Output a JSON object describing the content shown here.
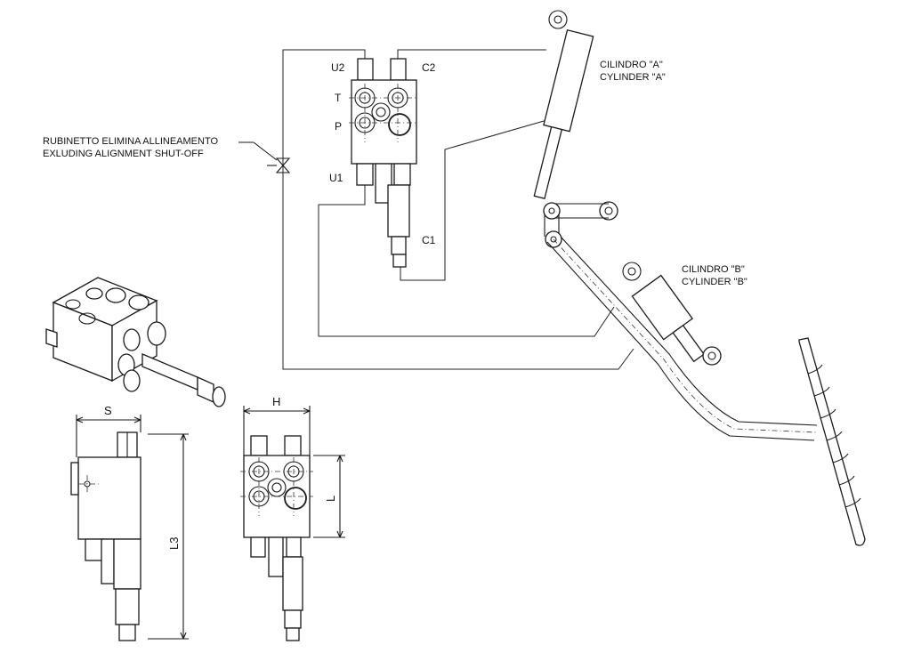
{
  "labels": {
    "tap_it": "RUBINETTO ELIMINA ALLINEAMENTO",
    "tap_en": "EXLUDING ALIGNMENT SHUT-OFF",
    "cyl_a_it": "CILINDRO \"A\"",
    "cyl_a_en": "CYLINDER \"A\"",
    "cyl_b_it": "CILINDRO \"B\"",
    "cyl_b_en": "CYLINDER \"B\""
  },
  "ports": {
    "u2": "U2",
    "c2": "C2",
    "t": "T",
    "p": "P",
    "u1": "U1",
    "c1": "C1"
  },
  "dimensions": {
    "s": "S",
    "h": "H",
    "l": "L",
    "l3": "L3"
  }
}
